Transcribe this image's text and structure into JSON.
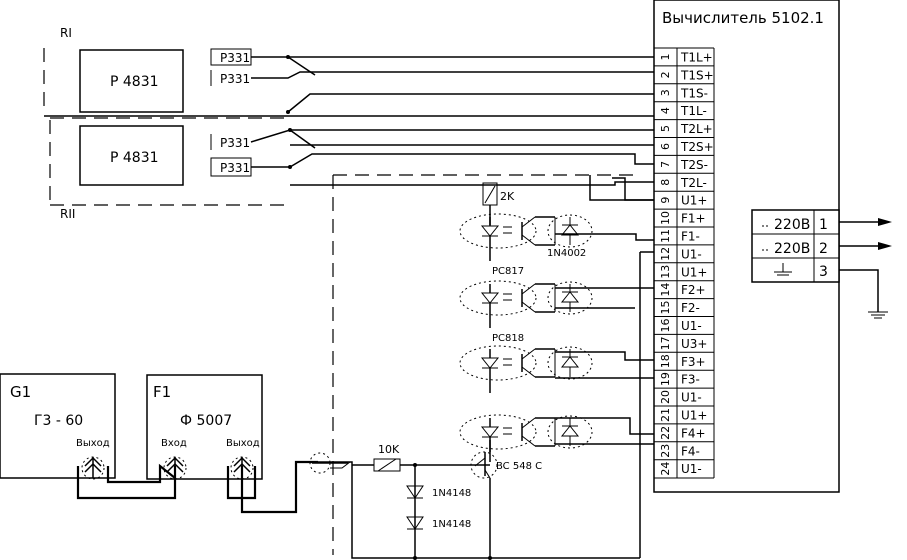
{
  "computer": {
    "title": "Вычислитель 5102.1"
  },
  "terminals": [
    {
      "n": "1",
      "label": "T1L+"
    },
    {
      "n": "2",
      "label": "T1S+"
    },
    {
      "n": "3",
      "label": "T1S-"
    },
    {
      "n": "4",
      "label": "T1L-"
    },
    {
      "n": "5",
      "label": "T2L+"
    },
    {
      "n": "6",
      "label": "T2S+"
    },
    {
      "n": "7",
      "label": "T2S-"
    },
    {
      "n": "8",
      "label": "T2L-"
    },
    {
      "n": "9",
      "label": "U1+"
    },
    {
      "n": "10",
      "label": "F1+"
    },
    {
      "n": "11",
      "label": "F1-"
    },
    {
      "n": "12",
      "label": "U1-"
    },
    {
      "n": "13",
      "label": "U1+"
    },
    {
      "n": "14",
      "label": "F2+"
    },
    {
      "n": "15",
      "label": "F2-"
    },
    {
      "n": "16",
      "label": "U1-"
    },
    {
      "n": "17",
      "label": "U3+"
    },
    {
      "n": "18",
      "label": "F3+"
    },
    {
      "n": "19",
      "label": "F3-"
    },
    {
      "n": "20",
      "label": "U1-"
    },
    {
      "n": "21",
      "label": "U1+"
    },
    {
      "n": "22",
      "label": "F4+"
    },
    {
      "n": "23",
      "label": "F4-"
    },
    {
      "n": "24",
      "label": "U1-"
    }
  ],
  "power": [
    {
      "label": "220В",
      "n": "1"
    },
    {
      "label": "220В",
      "n": "2"
    },
    {
      "label": "",
      "n": "3"
    }
  ],
  "rl": {
    "top": "RI",
    "bottom": "RII"
  },
  "resistors": [
    {
      "name": "Р 4831",
      "p1": "Р331",
      "p2": "Р331"
    },
    {
      "name": "Р 4831",
      "p1": "Р331",
      "p2": "Р331"
    }
  ],
  "g1": {
    "ref": "G1",
    "name": "Г3 - 60",
    "out": "Выход"
  },
  "f1": {
    "ref": "F1",
    "name": "Ф 5007",
    "in": "Вход",
    "out": "Выход"
  },
  "parts": {
    "r2k": "2K",
    "diode1": "1N4002",
    "opto1": "PC817",
    "opto2": "PC818",
    "r10k": "10K",
    "d1": "1N4148",
    "d2": "1N4148",
    "transistor": "BC 548 C"
  }
}
